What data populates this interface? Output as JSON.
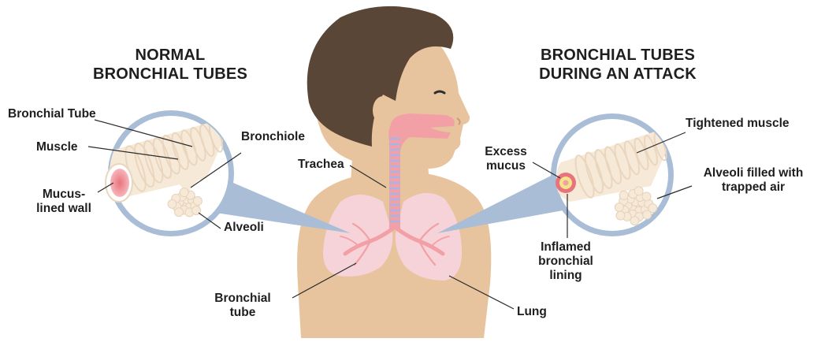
{
  "colors": {
    "skin": "#E8C49E",
    "hair": "#5A4636",
    "lung": "#F6D3D8",
    "airway": "#F2A0A6",
    "ring": "#A9BDD6",
    "tube": "#F7E9D8",
    "inflamed": "#E9737C",
    "mucus": "#F3E38A",
    "text": "#1E1E1E"
  },
  "left": {
    "heading_line1": "NORMAL",
    "heading_line2": "BRONCHIAL TUBES",
    "labels": {
      "bronchial_tube": "Bronchial Tube",
      "muscle": "Muscle",
      "mucus_wall_line1": "Mucus-",
      "mucus_wall_line2": "lined wall",
      "bronchiole": "Bronchiole",
      "alveoli": "Alveoli"
    }
  },
  "right": {
    "heading_line1": "BRONCHIAL TUBES",
    "heading_line2": "DURING AN ATTACK",
    "labels": {
      "tightened_muscle": "Tightened muscle",
      "excess_mucus_line1": "Excess",
      "excess_mucus_line2": "mucus",
      "alveoli_trapped_line1": "Alveoli filled with",
      "alveoli_trapped_line2": "trapped air",
      "inflamed_line1": "Inflamed",
      "inflamed_line2": "bronchial",
      "inflamed_line3": "lining"
    }
  },
  "center": {
    "trachea": "Trachea",
    "bronchial_tube_line1": "Bronchial",
    "bronchial_tube_line2": "tube",
    "lung": "Lung"
  }
}
